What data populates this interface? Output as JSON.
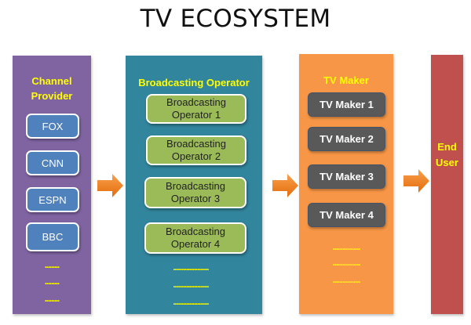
{
  "title": "TV ECOSYSTEM",
  "columns": {
    "channel_provider": {
      "heading_line1": "Channel",
      "heading_line2": "Provider",
      "color": "#8064a2",
      "items": [
        "FOX",
        "CNN",
        "ESPN",
        "BBC"
      ],
      "ellipses": [
        ".........",
        ".........",
        "........."
      ]
    },
    "broadcasting_operator": {
      "heading": "Broadcasting Operator",
      "color": "#31859c",
      "items": [
        {
          "line1": "Broadcasting",
          "line2": "Operator 1"
        },
        {
          "line1": "Broadcasting",
          "line2": "Operator 2"
        },
        {
          "line1": "Broadcasting",
          "line2": "Operator 3"
        },
        {
          "line1": "Broadcasting",
          "line2": "Operator 4"
        }
      ],
      "ellipses": [
        "......................",
        "......................",
        "......................"
      ]
    },
    "tv_maker": {
      "heading": "TV Maker",
      "color": "#f79646",
      "items": [
        "TV Maker 1",
        "TV Maker 2",
        "TV Maker 3",
        "TV Maker 4"
      ],
      "ellipses": [
        ".................",
        ".................",
        "................."
      ]
    },
    "end_user": {
      "heading_line1": "End",
      "heading_line2": "User",
      "color": "#c0504d"
    }
  },
  "arrow_color": "#e46c0a"
}
